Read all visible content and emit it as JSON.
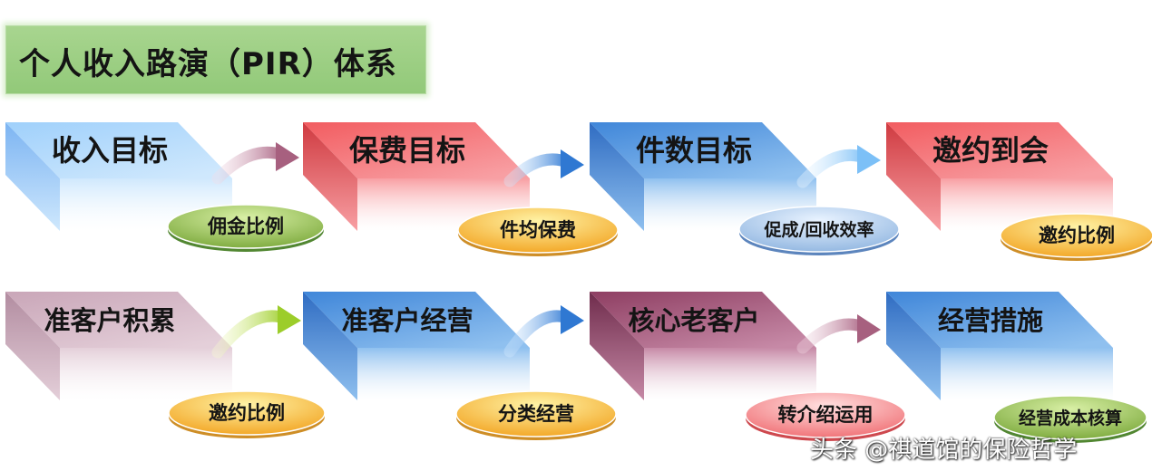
{
  "title": "个人收入路演（PIR）体系",
  "rows": [
    {
      "steps": [
        {
          "label": "收入目标",
          "palette": "lightblue"
        },
        {
          "label": "保费目标",
          "palette": "red"
        },
        {
          "label": "件数目标",
          "palette": "blue"
        },
        {
          "label": "邀约到会",
          "palette": "red"
        }
      ],
      "connectors": [
        {
          "label": "佣金比例",
          "pill": "green",
          "arrow": "mauve"
        },
        {
          "label": "件均保费",
          "pill": "orange",
          "arrow": "blue"
        },
        {
          "label": "促成/回收效率",
          "pill": "blue",
          "arrow": "lightblue"
        },
        {
          "label": "邀约比例",
          "pill": "orange",
          "arrow": ""
        }
      ]
    },
    {
      "steps": [
        {
          "label": "准客户积累",
          "palette": "mauve"
        },
        {
          "label": "准客户经营",
          "palette": "blue"
        },
        {
          "label": "核心老客户",
          "palette": "plum"
        },
        {
          "label": "经营措施",
          "palette": "blue"
        }
      ],
      "connectors": [
        {
          "label": "邀约比例",
          "pill": "orange",
          "arrow": "lime"
        },
        {
          "label": "分类经营",
          "pill": "orange",
          "arrow": "blue"
        },
        {
          "label": "转介绍运用",
          "pill": "red",
          "arrow": "mauve"
        },
        {
          "label": "经营成本核算",
          "pill": "green",
          "arrow": ""
        }
      ]
    }
  ],
  "watermark": "头条 @祺道馆的保险哲学"
}
